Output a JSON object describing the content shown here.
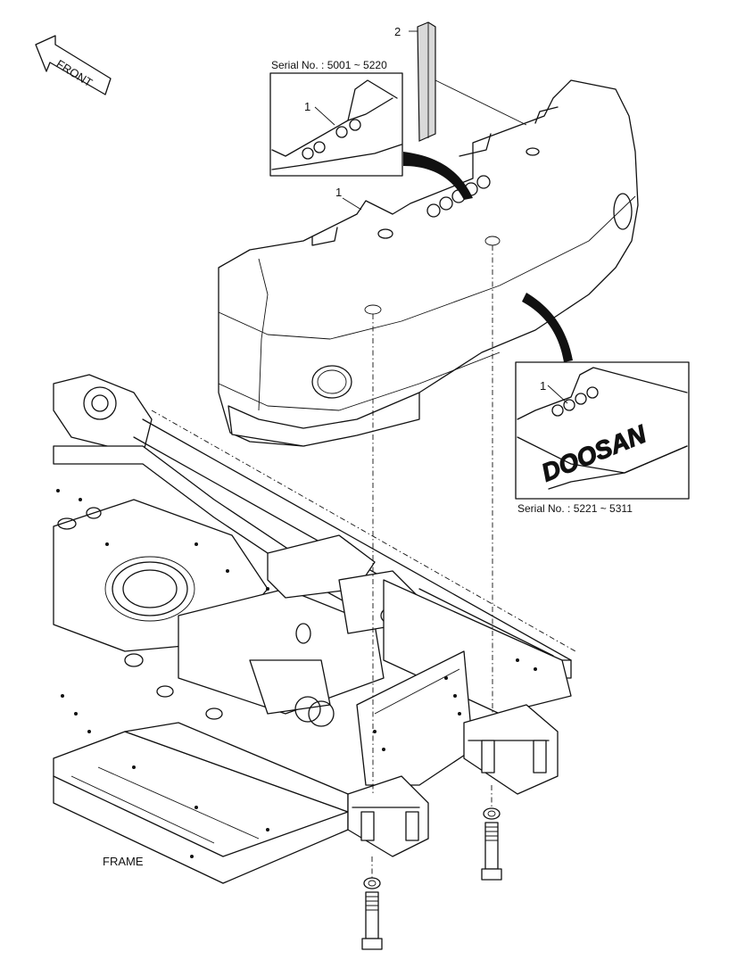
{
  "direction_label": "FRONT",
  "inset_top": {
    "serial_label": "Serial No.  : 5001 ~ 5220",
    "callout": "1"
  },
  "inset_bottom": {
    "serial_label": "Serial No.  : 5221 ~ 5311",
    "callout": "1",
    "brand_text": "DOOSAN"
  },
  "callouts": {
    "part_1": "1",
    "part_2": "2"
  },
  "frame_label": "FRAME"
}
